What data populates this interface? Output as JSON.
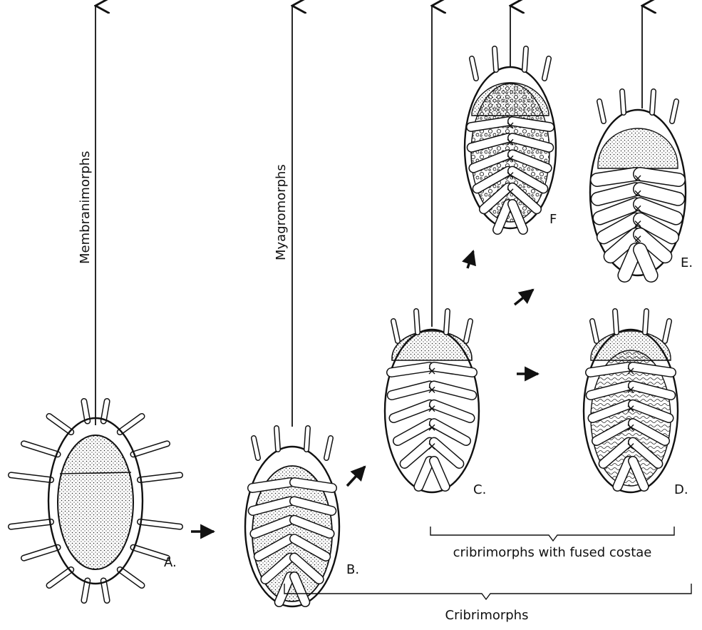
{
  "lineage_labels": {
    "membranimorphs": "Membranimorphs",
    "myagromorphs": "Myagromorphs"
  },
  "specimen_labels": {
    "a": "A.",
    "b": "B.",
    "c": "C.",
    "d": "D.",
    "e": "E.",
    "f": "F"
  },
  "group_labels": {
    "fused_costae": "cribrimorphs with fused costae",
    "cribrimorphs": "Cribrimorphs"
  },
  "colors": {
    "ink": "#111111",
    "paper": "#ffffff"
  }
}
